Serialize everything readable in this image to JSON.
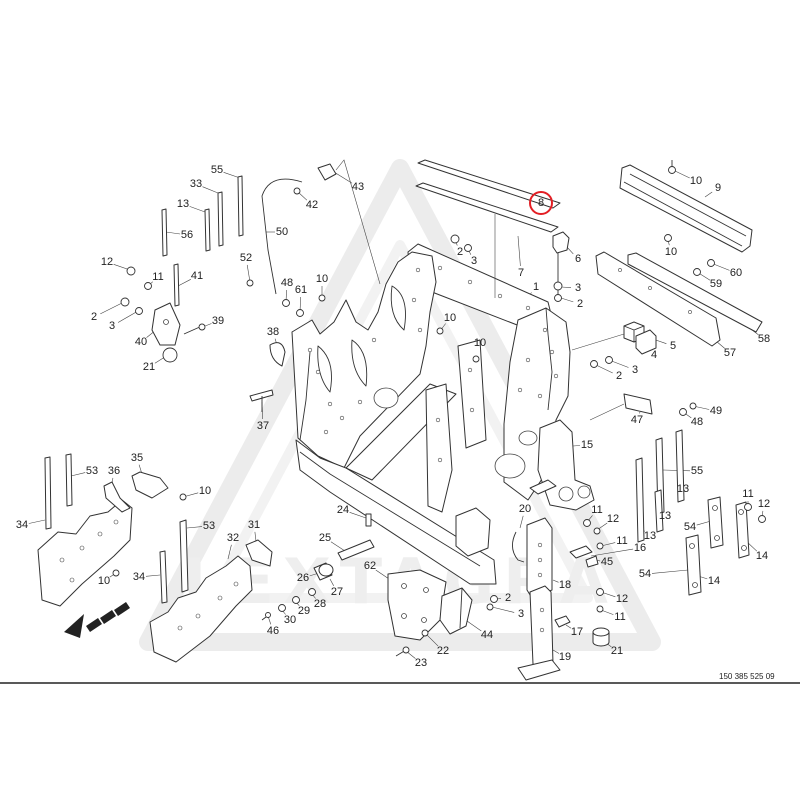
{
  "diagram": {
    "labels": [
      "55",
      "33",
      "13",
      "56",
      "12",
      "11",
      "41",
      "52",
      "50",
      "42",
      "43",
      "48",
      "61",
      "10",
      "2",
      "3",
      "40",
      "39",
      "21",
      "38",
      "37",
      "2",
      "3",
      "10",
      "10",
      "7",
      "1",
      "8",
      "6",
      "3",
      "2",
      "10",
      "9",
      "10",
      "60",
      "59",
      "58",
      "57",
      "5",
      "4",
      "3",
      "2",
      "47",
      "48",
      "49",
      "15",
      "55",
      "13",
      "13",
      "13",
      "11",
      "12",
      "54",
      "14",
      "54",
      "14",
      "11",
      "12",
      "11",
      "16",
      "45",
      "20",
      "18",
      "12",
      "11",
      "17",
      "19",
      "21",
      "2",
      "3",
      "44",
      "22",
      "23",
      "62",
      "24",
      "25",
      "26",
      "27",
      "28",
      "29",
      "30",
      "46",
      "31",
      "32",
      "53",
      "34",
      "10",
      "10",
      "35",
      "36",
      "53",
      "34"
    ],
    "drawing_number": "150 385 525 09",
    "watermark": "LEXTAGRA"
  },
  "colors": {
    "line": "#333333",
    "highlight": "#e31e24",
    "watermark": "#ececec",
    "background": "#ffffff"
  }
}
